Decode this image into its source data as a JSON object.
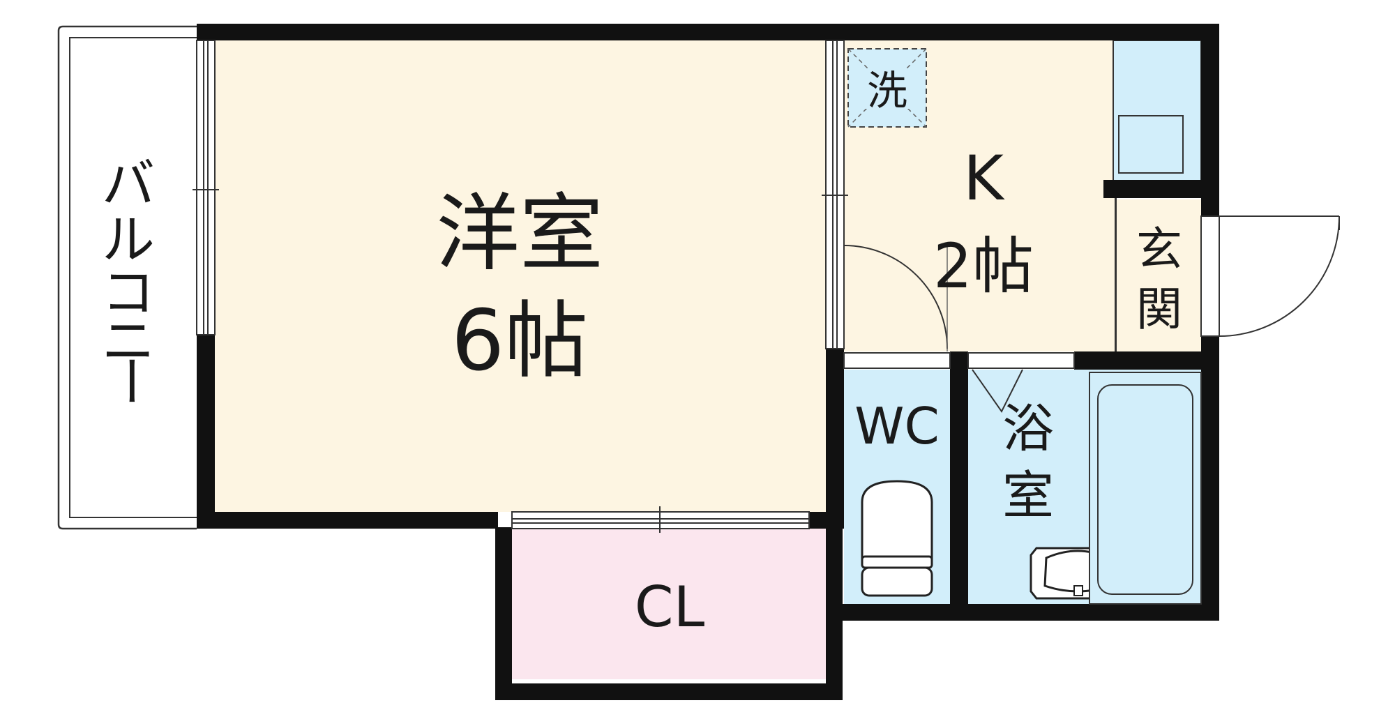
{
  "floorplan": {
    "rooms": {
      "western": {
        "name": "洋室",
        "size": "6帖",
        "fill": "#fdf5e2"
      },
      "kitchen": {
        "name": "K",
        "size": "2帖",
        "fill": "#fdf5e2"
      },
      "laundry": {
        "label": "洗"
      },
      "entrance": {
        "label_1": "玄",
        "label_2": "関",
        "fill": "#fdf5e2"
      },
      "wc": {
        "label": "WC",
        "fill": "#d2eefa"
      },
      "bath": {
        "label_1": "浴",
        "label_2": "室",
        "fill": "#d2eefa"
      },
      "closet": {
        "label": "CL",
        "fill": "#fbe6ee"
      },
      "balcony": {
        "label_1": "バ",
        "label_2": "ル",
        "label_3": "コ",
        "label_4": "ニ",
        "label_5": "ー",
        "fill": "#ffffff"
      }
    },
    "colors": {
      "wall": "#111111",
      "wet_area": "#d2eefa",
      "dry_area": "#fdf5e2",
      "closet": "#fbe6ee"
    }
  }
}
